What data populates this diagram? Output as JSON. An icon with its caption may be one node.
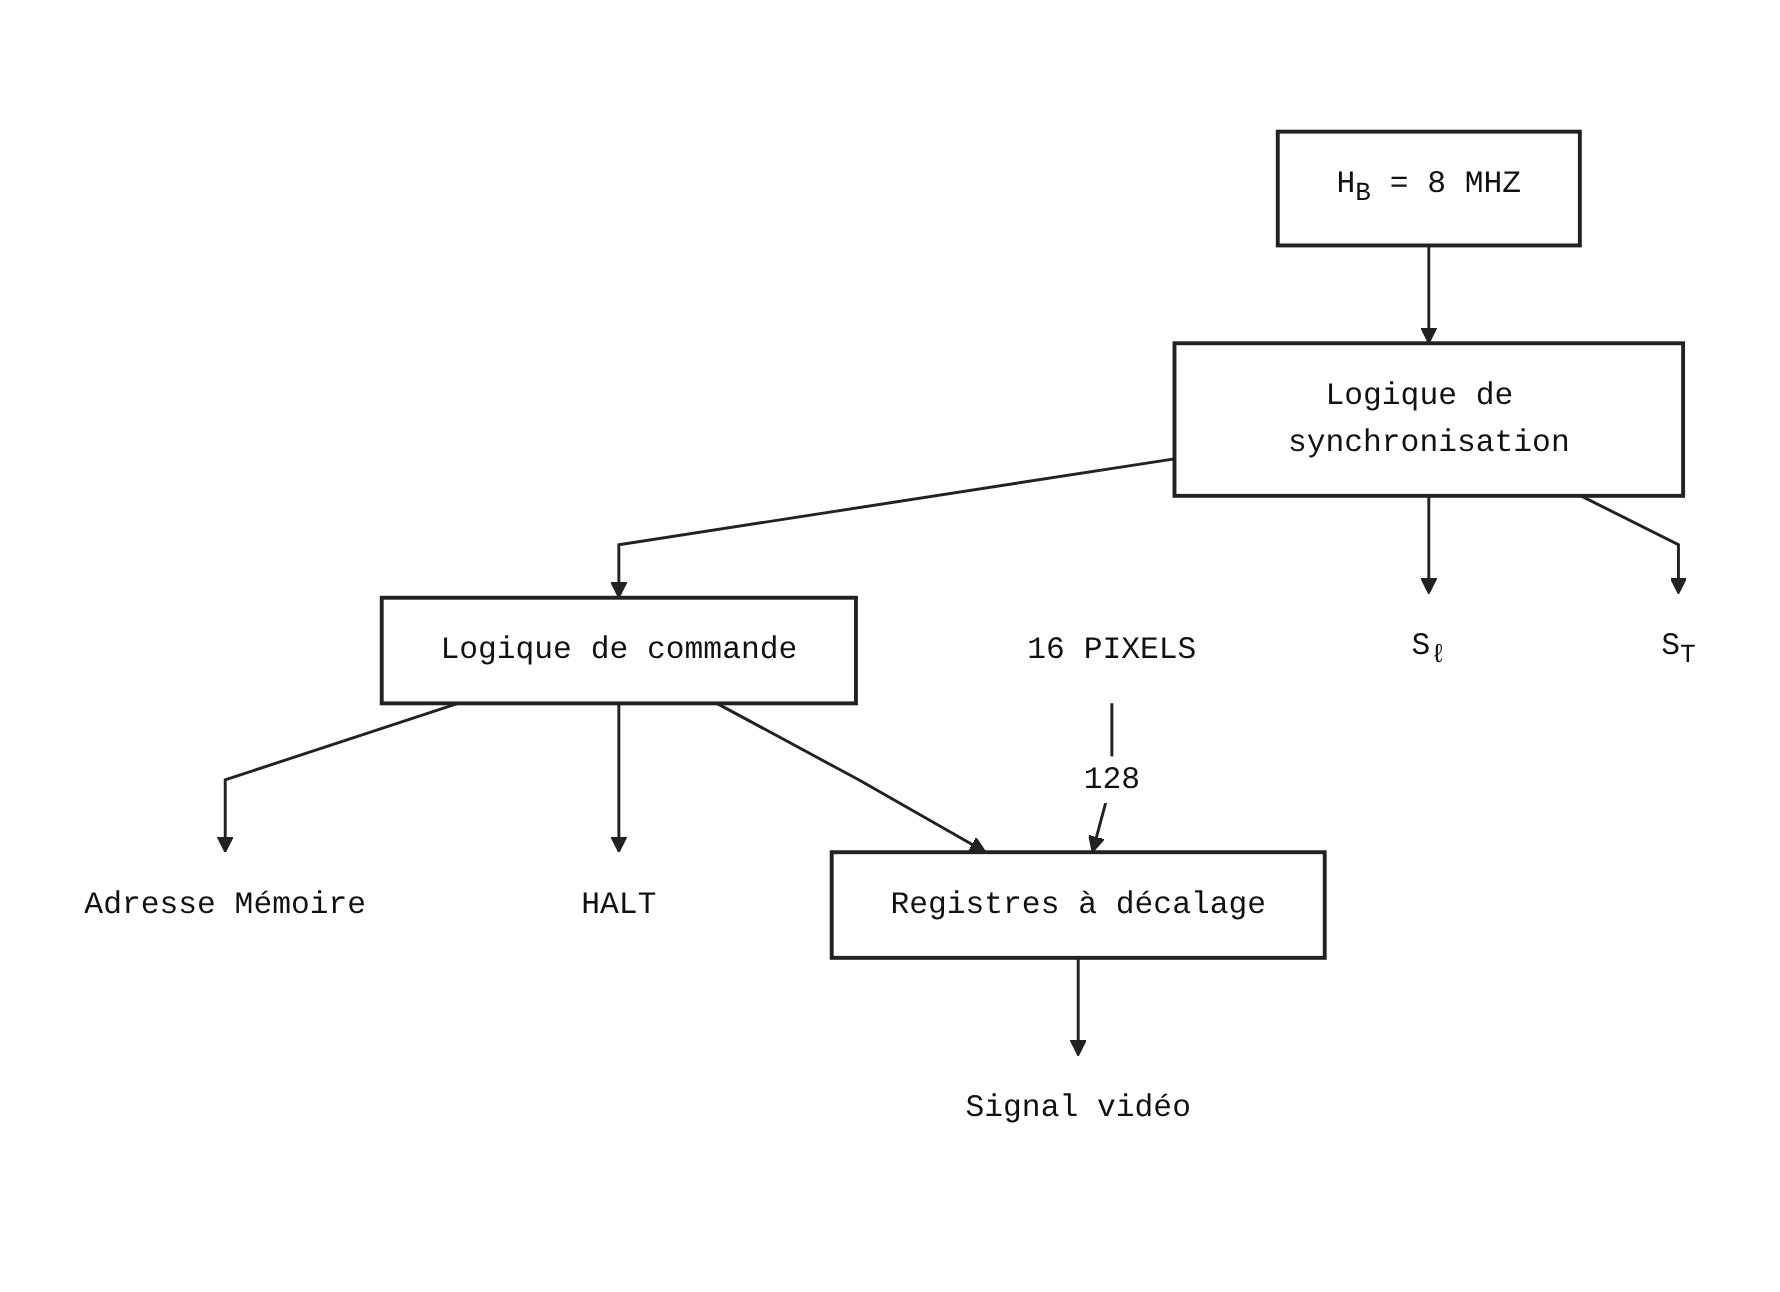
{
  "diagram": {
    "nodes": [
      {
        "text": [
          "16 PIXELS"
        ]
      },
      {
        "text": [
          "Adresse Mémoire"
        ]
      },
      {
        "text": [
          "HALT"
        ]
      },
      {
        "text": [
          "Registres à décalage"
        ]
      },
      {
        "text": [
          "Signal vidéo"
        ]
      },
      {
        "text": [
          "Logique de commande"
        ]
      },
      {
        "text": [
          "Logique de synchronisation"
        ]
      },
      {
        "text": [
          "S$_{ℓ}$"
        ]
      },
      {
        "text": [
          "S$_{T}$"
        ]
      },
      {
        "text": [
          "H$_{B}$ = 8 MHZ"
        ]
      }
    ],
    "edges": [
      {
        "from": 0,
        "to": 3,
        "arrow": "to",
        "label": "128"
      },
      {
        "from": 5,
        "to": 1,
        "arrow": "to"
      },
      {
        "from": 5,
        "to": 2,
        "arrow": "to"
      },
      {
        "from": 5,
        "to": 3,
        "arrow": "to"
      },
      {
        "from": 3,
        "to": 4,
        "arrow": "to"
      },
      {
        "from": 6,
        "to": 5,
        "arrow": "to"
      },
      {
        "from": 6,
        "to": 7,
        "arrow": "to"
      },
      {
        "from": 6,
        "to": 8,
        "arrow": "to"
      },
      {
        "from": 9,
        "to": 6,
        "arrow": "to"
      }
    ]
  }
}
